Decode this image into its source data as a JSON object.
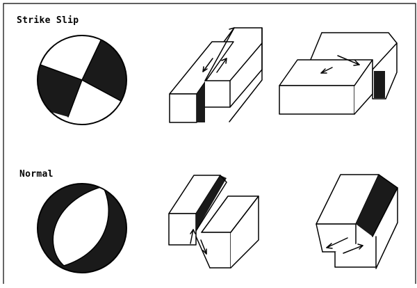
{
  "rows": [
    {
      "label": "Strike Slip",
      "beachball": "strike-slip focal mechanism",
      "block_diagrams": [
        "left-lateral strike-slip block",
        "right-lateral strike-slip block"
      ]
    },
    {
      "label": "Normal",
      "beachball": "normal-fault focal mechanism",
      "block_diagrams": [
        "normal fault block, footwall left",
        "normal fault block, footwall right"
      ]
    }
  ],
  "colors": {
    "background": "#ffffff",
    "ink": "#000000",
    "compressional_quadrant": "#1a1a1a"
  }
}
